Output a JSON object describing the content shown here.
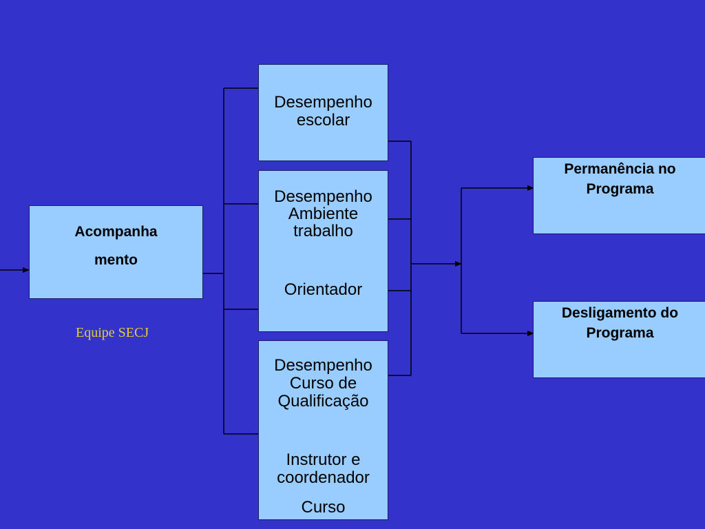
{
  "colors": {
    "background": "#3333cc",
    "box_fill": "#99ccff",
    "caption": "#e6cc33",
    "lines": "#000000"
  },
  "source": {
    "line1": "Acompanha",
    "line2": "mento",
    "caption": "Equipe SECJ"
  },
  "middle": {
    "school": {
      "line1": "Desempenho",
      "line2": "escolar"
    },
    "work": {
      "line1": "Desempenho",
      "line2": "Ambiente",
      "line3": "trabalho",
      "line4": "Orientador"
    },
    "course": {
      "line1": "Desempenho",
      "line2": "Curso de",
      "line3": "Qualificação",
      "line4": "Instrutor e",
      "line5": "coordenador",
      "line6": "Curso"
    }
  },
  "outcomes": {
    "stay": {
      "line1": "Permanência no",
      "line2": "Programa"
    },
    "leave": {
      "line1": "Desligamento do",
      "line2": "Programa"
    }
  }
}
